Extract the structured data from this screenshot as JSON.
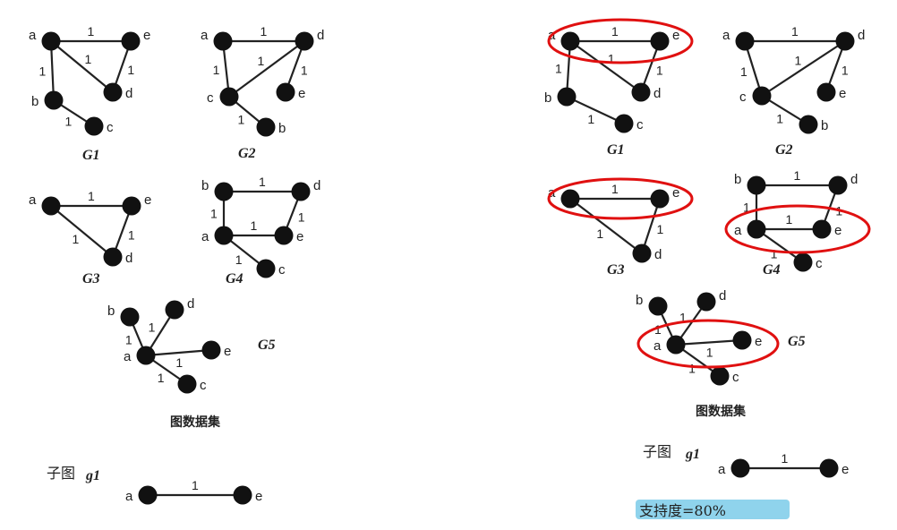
{
  "dataset_caption": "图数据集",
  "subgraph_label": "子图",
  "subgraph_name": "g1",
  "support_text": "支持度=80%",
  "colors": {
    "highlight_ellipse": "#e01010",
    "support_highlight": "#8fd3ec",
    "node": "#111111"
  },
  "graphs": [
    {
      "name": "G1",
      "nodes": [
        "a",
        "b",
        "c",
        "d",
        "e"
      ],
      "edges": [
        [
          "a",
          "e",
          "1"
        ],
        [
          "a",
          "d",
          "1"
        ],
        [
          "e",
          "d",
          "1"
        ],
        [
          "a",
          "b",
          "1"
        ],
        [
          "b",
          "c",
          "1"
        ]
      ]
    },
    {
      "name": "G2",
      "nodes": [
        "a",
        "b",
        "c",
        "d",
        "e"
      ],
      "edges": [
        [
          "a",
          "d",
          "1"
        ],
        [
          "a",
          "c",
          "1"
        ],
        [
          "c",
          "d",
          "1"
        ],
        [
          "d",
          "e",
          "1"
        ],
        [
          "c",
          "b",
          "1"
        ]
      ]
    },
    {
      "name": "G3",
      "nodes": [
        "a",
        "d",
        "e"
      ],
      "edges": [
        [
          "a",
          "e",
          "1"
        ],
        [
          "a",
          "d",
          "1"
        ],
        [
          "e",
          "d",
          "1"
        ]
      ]
    },
    {
      "name": "G4",
      "nodes": [
        "a",
        "b",
        "c",
        "d",
        "e"
      ],
      "edges": [
        [
          "b",
          "d",
          "1"
        ],
        [
          "b",
          "a",
          "1"
        ],
        [
          "a",
          "e",
          "1"
        ],
        [
          "d",
          "e",
          "1"
        ],
        [
          "a",
          "c",
          "1"
        ]
      ]
    },
    {
      "name": "G5",
      "nodes": [
        "a",
        "b",
        "c",
        "d",
        "e"
      ],
      "edges": [
        [
          "a",
          "b",
          "1"
        ],
        [
          "a",
          "d",
          "1"
        ],
        [
          "a",
          "e",
          "1"
        ],
        [
          "a",
          "c",
          "1"
        ]
      ]
    }
  ],
  "subgraph": {
    "nodes": [
      "a",
      "e"
    ],
    "edges": [
      [
        "a",
        "e",
        "1"
      ]
    ]
  },
  "highlighted_in": [
    "G1",
    "G3",
    "G4",
    "G5"
  ]
}
